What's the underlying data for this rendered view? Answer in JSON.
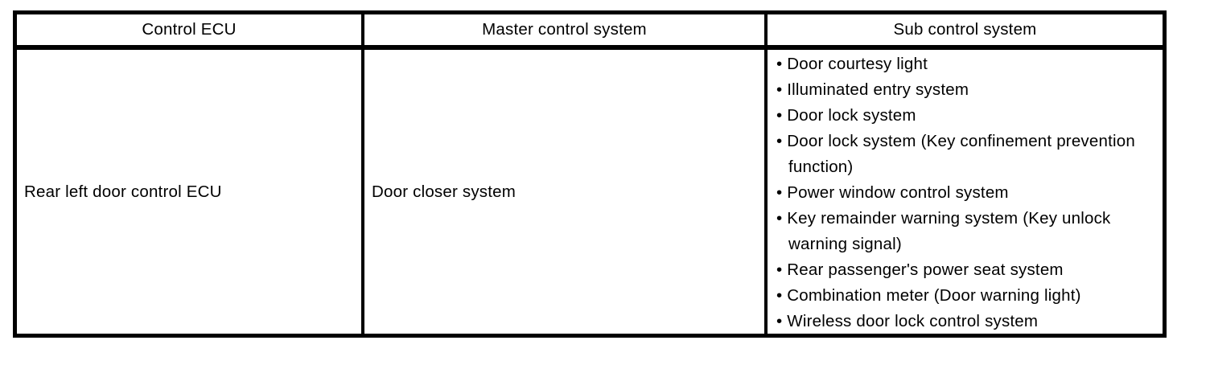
{
  "colors": {
    "border": "#000000",
    "background": "#ffffff",
    "text": "#000000"
  },
  "table": {
    "headers": [
      "Control ECU",
      "Master control system",
      "Sub control system"
    ],
    "row": {
      "control_ecu": "Rear left door control ECU",
      "master_control_system": "Door closer system",
      "sub_control_systems": [
        "Door courtesy light",
        "Illuminated entry system",
        "Door lock system",
        "Door lock system (Key confinement prevention function)",
        "Power window control system",
        "Key remainder warning system (Key unlock warning signal)",
        "Rear passenger's power seat system",
        "Combination meter (Door warning light)",
        "Wireless door lock control system"
      ]
    }
  }
}
